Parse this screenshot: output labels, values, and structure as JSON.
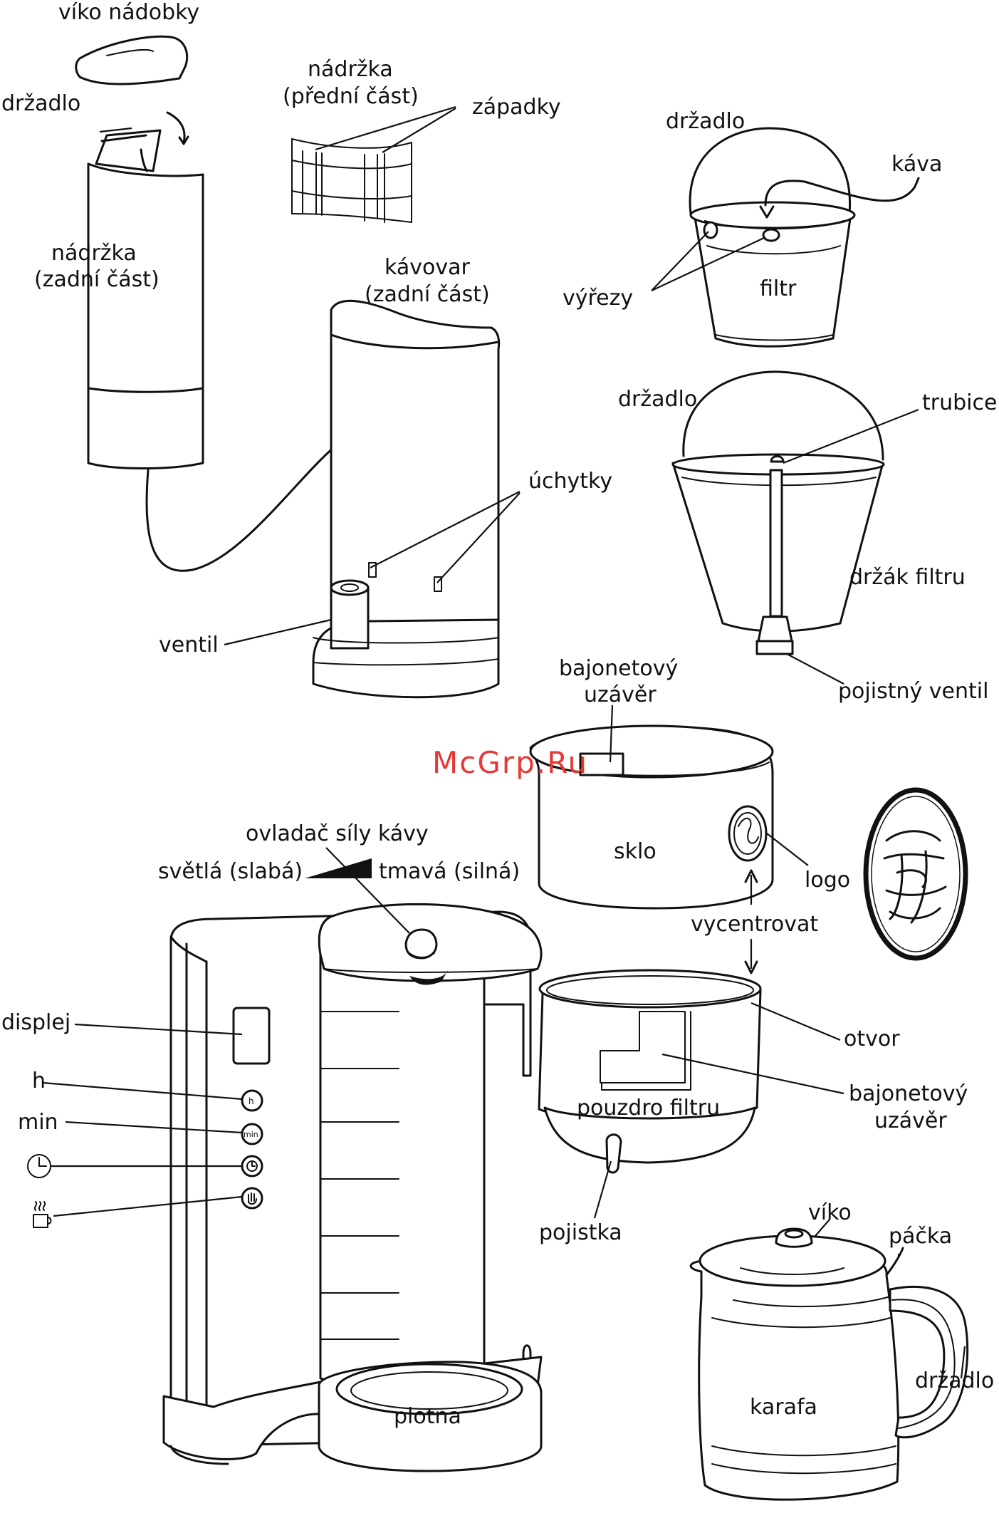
{
  "watermark": "McGrp.Ru",
  "labels": {
    "viko_nadobky": "víko nádobky",
    "drzadlo_top": "držadlo",
    "nadrzka_predni_1": "nádržka",
    "nadrzka_predni_2": "(přední část)",
    "zapadky": "západky",
    "nadrzka_zadni_1": "nádržka",
    "nadrzka_zadni_2": "(zadní část)",
    "kavovar_zadni_1": "kávovar",
    "kavovar_zadni_2": "(zadní část)",
    "uchytky": "úchytky",
    "ventil": "ventil",
    "drzadlo_filter": "držadlo",
    "kava": "káva",
    "vyrezy": "výřezy",
    "filtr": "filtr",
    "drzadlo_holder": "držadlo",
    "trubice": "trubice",
    "drzak_filtru": "držák filtru",
    "pojistny_ventil": "pojistný ventil",
    "bajonetovy_top_1": "bajonetový",
    "bajonetovy_top_2": "uzávěr",
    "sklo": "sklo",
    "logo": "logo",
    "vycentrovat": "vycentrovat",
    "otvor": "otvor",
    "bajonetovy_bottom_1": "bajonetový",
    "bajonetovy_bottom_2": "uzávěr",
    "pouzdro_filtru": "pouzdro filtru",
    "pojistka": "pojistka",
    "ovladac": "ovladač síly kávy",
    "svetla": "světlá (slabá)",
    "tmava": "tmavá (silná)",
    "displej": "displej",
    "h": "h",
    "min": "min",
    "plotna": "plotna",
    "viko_karafa": "víko",
    "packa": "páčka",
    "drzadlo_karafa": "držadlo",
    "karafa": "karafa"
  },
  "buttons": {
    "h": "h",
    "min": "min"
  },
  "icons": [
    "clock-icon",
    "warm-cup-icon",
    "clock-button-icon",
    "hand-button-icon",
    "logo-emblem-icon"
  ],
  "colors": {
    "line": "#111111",
    "background": "#ffffff",
    "watermark": "#e53935"
  }
}
